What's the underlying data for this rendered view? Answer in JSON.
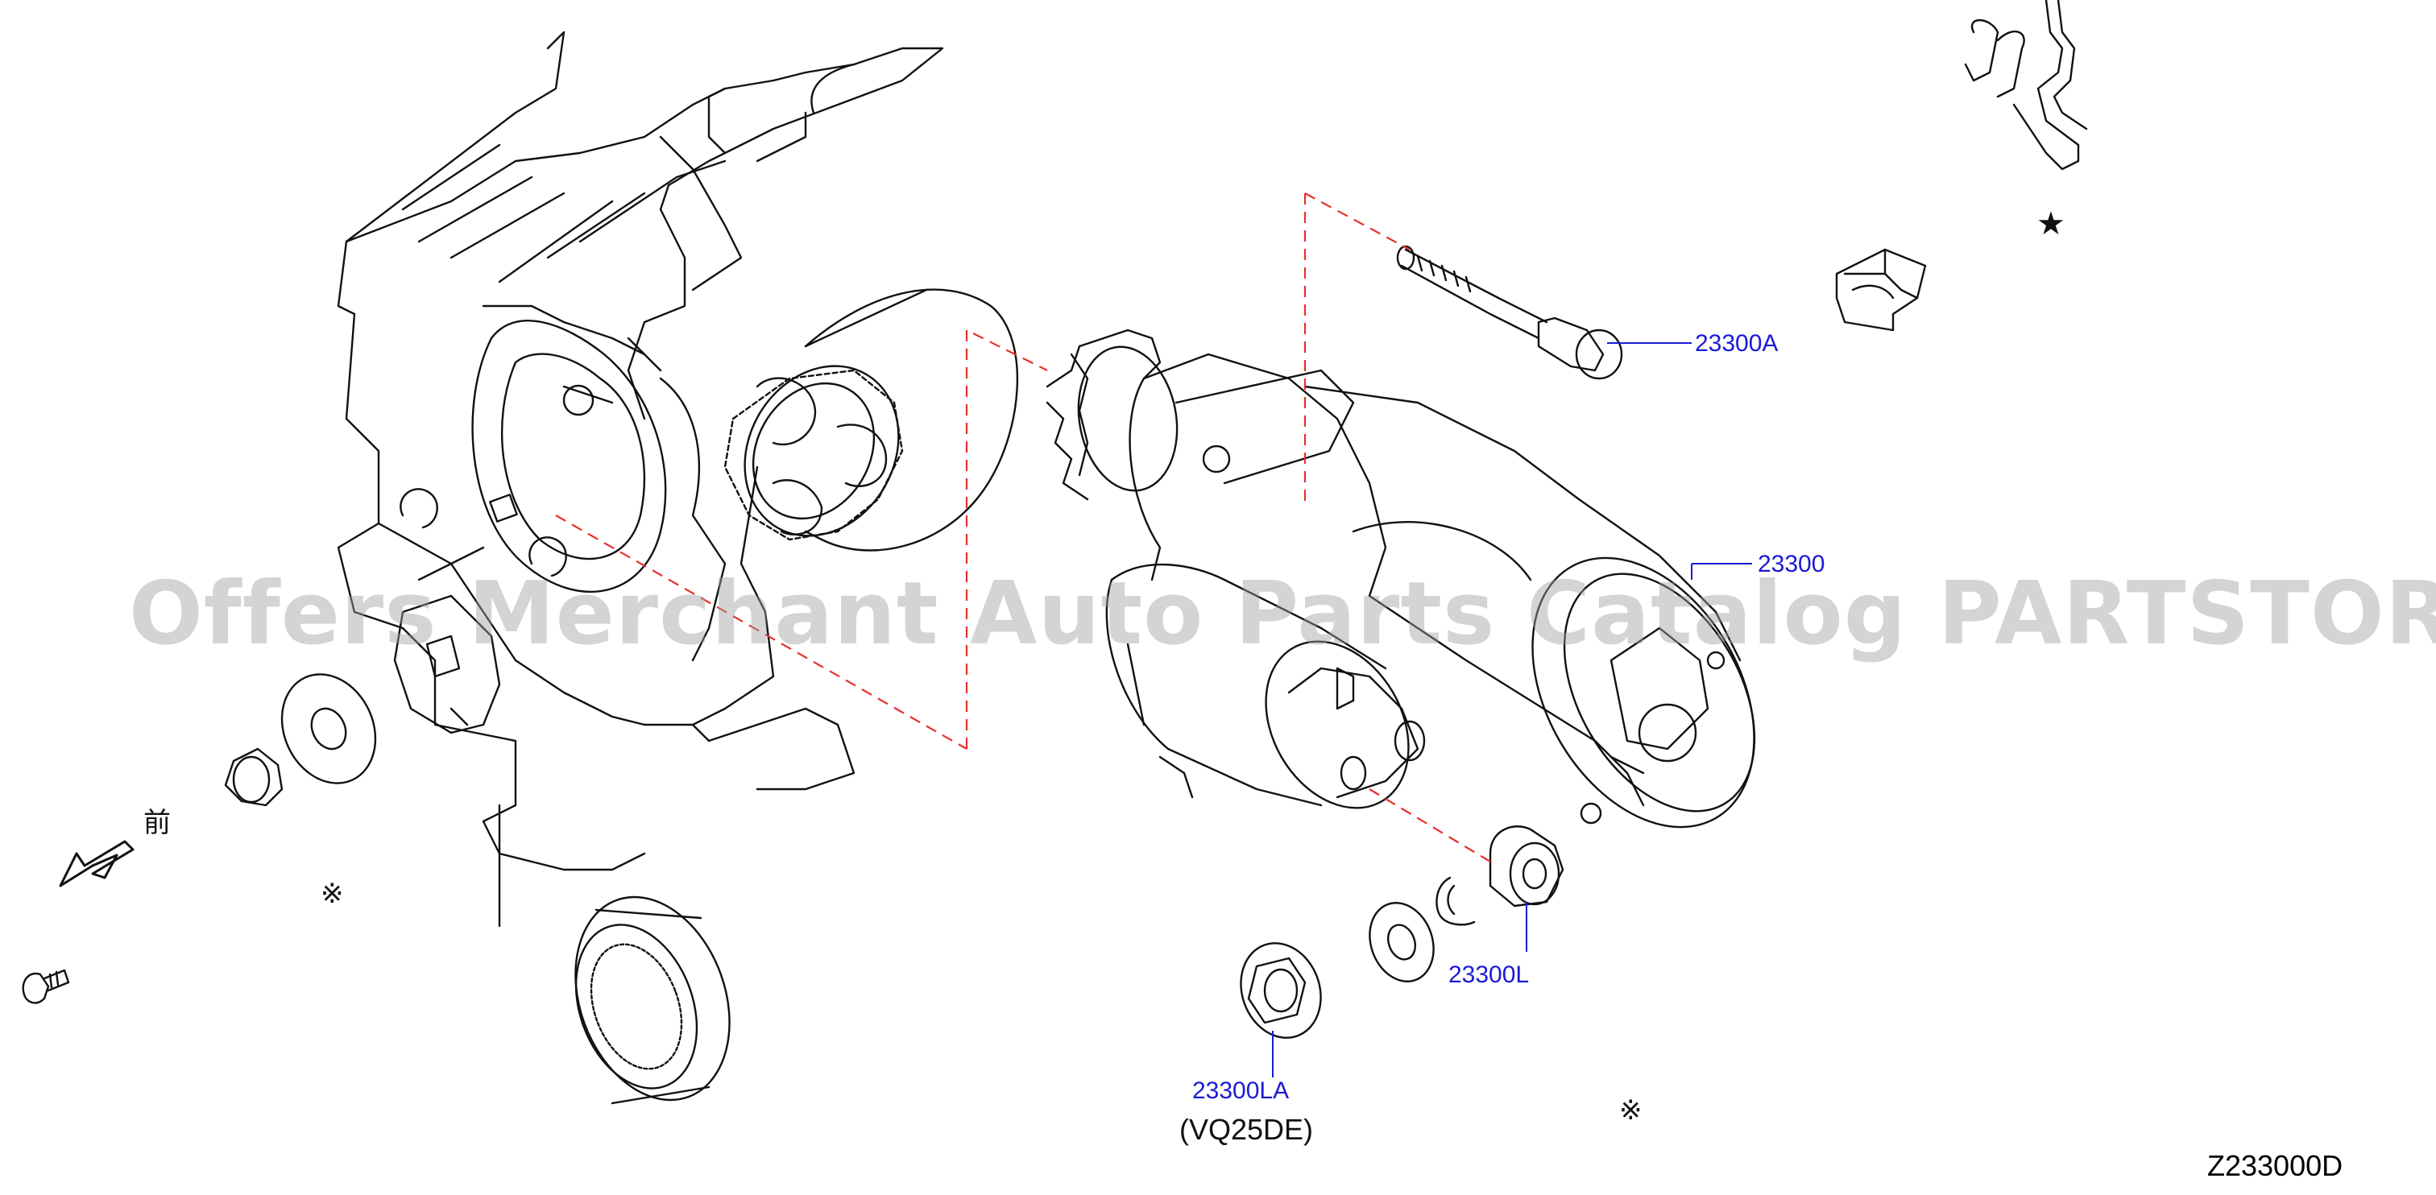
{
  "diagram_id": "Z233000D",
  "watermark": "Offers Merchant Auto Parts Catalog PARTSTORE.SA",
  "callouts": [
    {
      "part": "23300A",
      "target": "starter-mounting-bolt"
    },
    {
      "part": "23300",
      "target": "starter-motor"
    },
    {
      "part": "23300L",
      "target": "terminal-nut"
    },
    {
      "part": "23300LA",
      "target": "terminal-nut-alt"
    }
  ],
  "variant_note": "(VQ25DE)",
  "symbols": {
    "front_kanji": "前",
    "reference_mark": "※",
    "star_mark": "★"
  },
  "colors": {
    "callout_text": "#1a1ad6",
    "leader_dash": "#e8302a",
    "line_art": "#111111"
  },
  "icons": [
    "front-direction-arrow-icon",
    "reference-mark-icon",
    "star-mark-icon"
  ]
}
